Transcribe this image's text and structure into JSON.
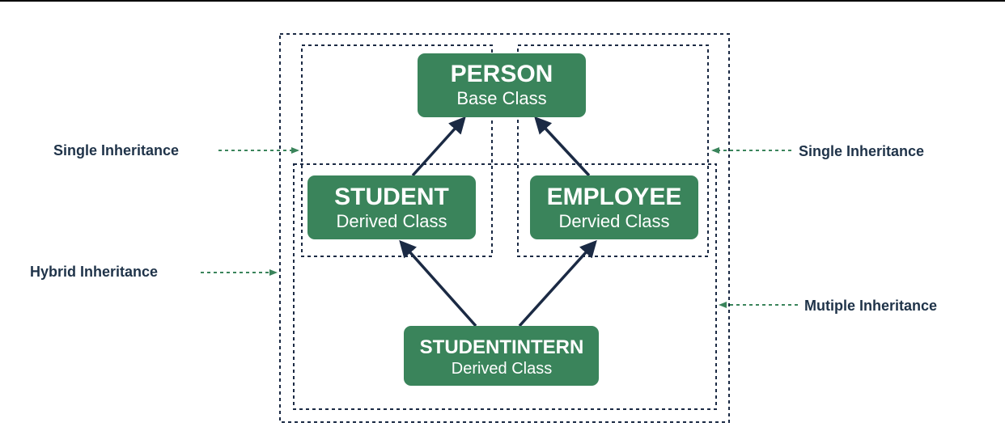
{
  "nodes": {
    "person": {
      "title": "PERSON",
      "subtitle": "Base Class"
    },
    "student": {
      "title": "STUDENT",
      "subtitle": "Derived Class"
    },
    "employee": {
      "title": "EMPLOYEE",
      "subtitle": "Dervied Class"
    },
    "studentintern": {
      "title": "STUDENTINTERN",
      "subtitle": "Derived Class"
    }
  },
  "labels": {
    "single_left": "Single Inheritance",
    "single_right": "Single Inheritance",
    "hybrid": "Hybrid Inheritance",
    "multiple": "Mutiple Inheritance"
  },
  "colors": {
    "node_fill": "#3a845b",
    "arrow": "#1b2a44",
    "dashed_box": "#1b2a44",
    "pointer": "#3a845b",
    "label_text": "#1f3349"
  }
}
